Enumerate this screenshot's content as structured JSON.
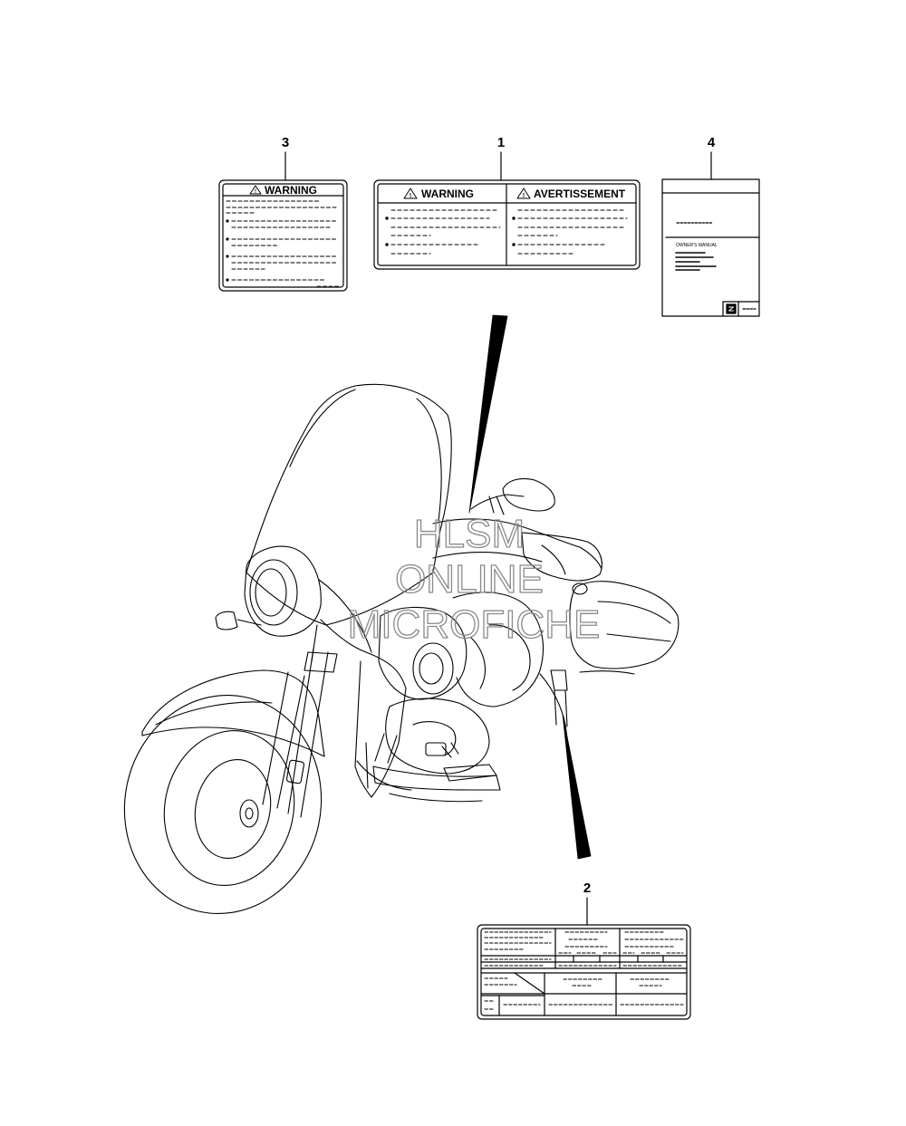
{
  "callouts": [
    "1",
    "2",
    "3",
    "4"
  ],
  "label_1": {
    "warning": "WARNING",
    "avertissement": "AVERTISSEMENT"
  },
  "label_3": {
    "warning": "WARNING"
  },
  "label_4": {
    "manual": "OWNER'S MANUAL"
  },
  "watermark": [
    "HLSM",
    "ONLINE",
    "MICROFICHE"
  ],
  "colors": {
    "line": "#000000",
    "watermark": "#8a8a8a"
  }
}
